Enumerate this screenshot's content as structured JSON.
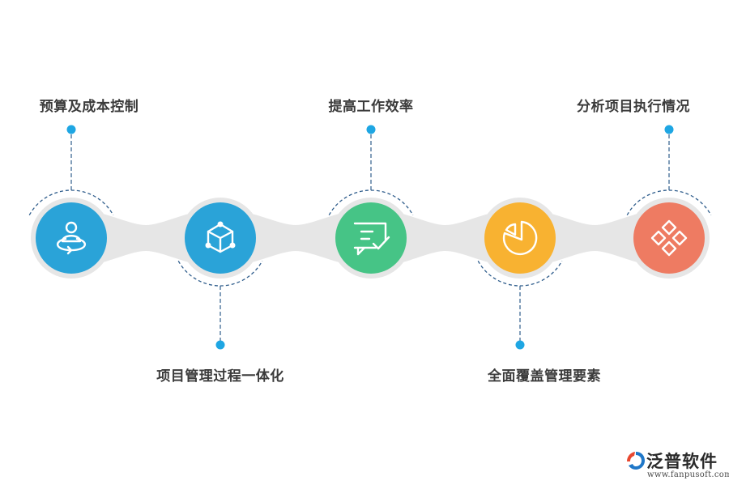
{
  "steps": [
    {
      "label": "预算及成本控制",
      "icon": "person-rotate-icon",
      "color": "#2aa3d8",
      "label_position": "top"
    },
    {
      "label": "项目管理过程一体化",
      "icon": "molecule-cube-icon",
      "color": "#2aa3d8",
      "label_position": "bottom"
    },
    {
      "label": "提高工作效率",
      "icon": "message-check-icon",
      "color": "#46c486",
      "label_position": "top"
    },
    {
      "label": "全面覆盖管理要素",
      "icon": "pie-segment-icon",
      "color": "#f8b231",
      "label_position": "bottom"
    },
    {
      "label": "分析项目执行情况",
      "icon": "diamonds-icon",
      "color": "#ee7b62",
      "label_position": "top"
    }
  ],
  "connector_color": "#e6e6e6",
  "accent_color": "#1ea6e3",
  "logo": {
    "name": "泛普软件",
    "url": "www.fanpusoft.com"
  }
}
